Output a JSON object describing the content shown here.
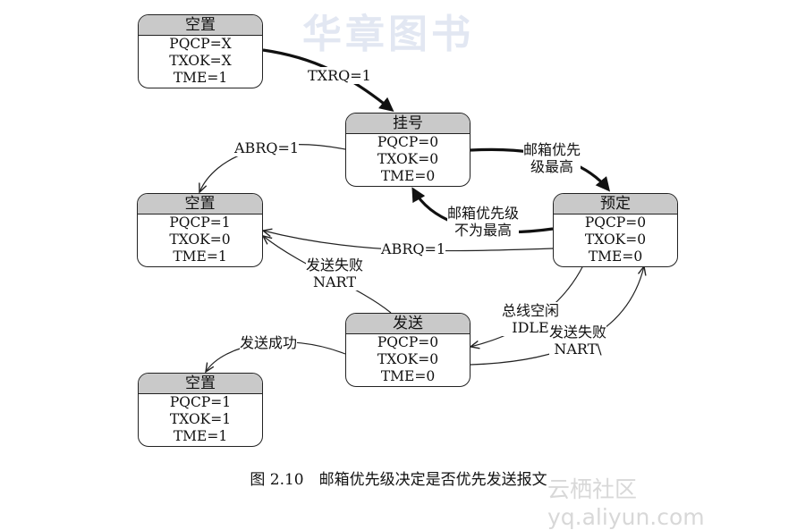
{
  "watermark_top": "华章图书",
  "watermark_bottom": "云栖社区 yq.aliyun.com",
  "states": {
    "idle1": {
      "title": "空置",
      "lines": [
        "PQCP=X",
        "TXOK=X",
        "TME=1"
      ]
    },
    "pending": {
      "title": "挂号",
      "lines": [
        "PQCP=0",
        "TXOK=0",
        "TME=0"
      ]
    },
    "idle2": {
      "title": "空置",
      "lines": [
        "PQCP=1",
        "TXOK=0",
        "TME=1"
      ]
    },
    "scheduled": {
      "title": "预定",
      "lines": [
        "PQCP=0",
        "TXOK=0",
        "TME=0"
      ]
    },
    "transmit": {
      "title": "发送",
      "lines": [
        "PQCP=0",
        "TXOK=0",
        "TME=0"
      ]
    },
    "idle3": {
      "title": "空置",
      "lines": [
        "PQCP=1",
        "TXOK=1",
        "TME=1"
      ]
    }
  },
  "transitions": {
    "txrq": "TXRQ=1",
    "abrq_top": "ABRQ=1",
    "highest_1": "邮箱优先",
    "highest_2": "级最高",
    "not_highest_1": "邮箱优先级",
    "not_highest_2": "不为最高",
    "abrq_mid": "ABRQ=1",
    "fail_nart_1": "发送失败",
    "fail_nart_2": "NART",
    "bus_idle_1": "总线空闲",
    "bus_idle_2": "IDLE",
    "fail_nart2_1": "发送失败",
    "fail_nart2_2": "NART\\",
    "tx_success": "发送成功"
  },
  "caption": "图 2.10　邮箱优先级决定是否优先发送报文"
}
